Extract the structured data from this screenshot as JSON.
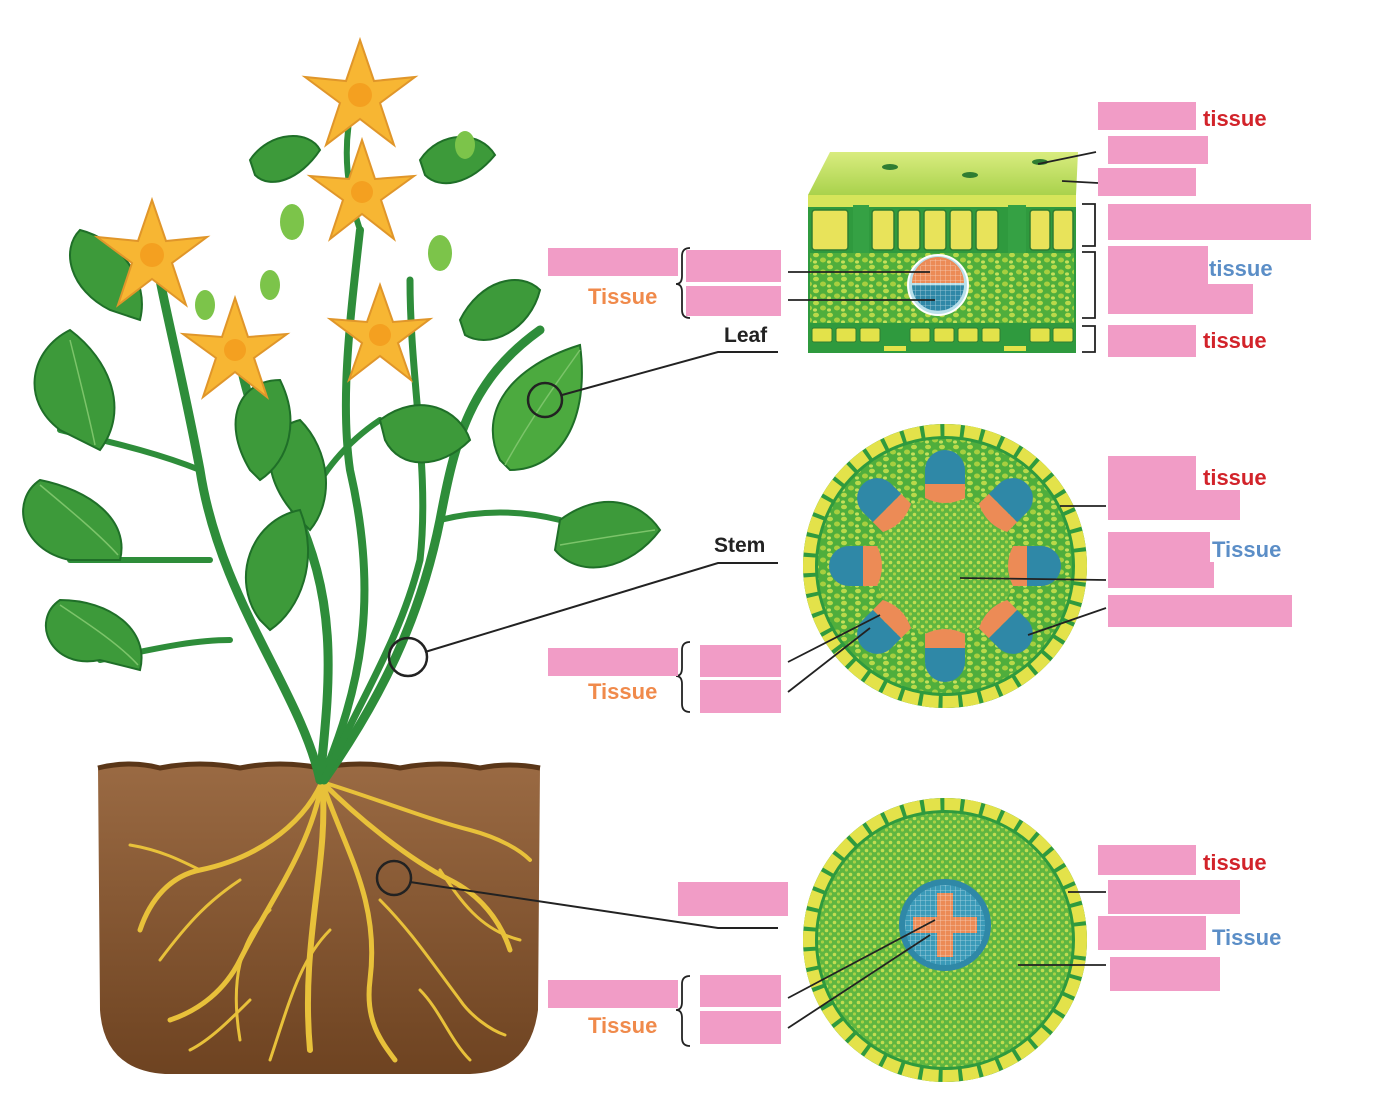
{
  "colors": {
    "blank_box": "#f19cc6",
    "dermal_text": "#d2232a",
    "ground_text": "#5b8ec7",
    "vascular_text": "#f08a4b",
    "leaf_green": "#3d9a3a",
    "tissue_green": "#9fcc3b",
    "epidermis_yellow": "#e3e24a",
    "xylem_blue": "#3a86a3",
    "phloem_orange": "#e98a5c",
    "soil_brown": "#8a5a33",
    "flower_yellow": "#f7b633"
  },
  "labels": {
    "leaf": "Leaf",
    "stem": "Stem",
    "tissue_vascular": "Tissue",
    "tissue_dermal": "tissue",
    "tissue_ground_lower": "tissue",
    "tissue_ground_upper": "Tissue"
  }
}
